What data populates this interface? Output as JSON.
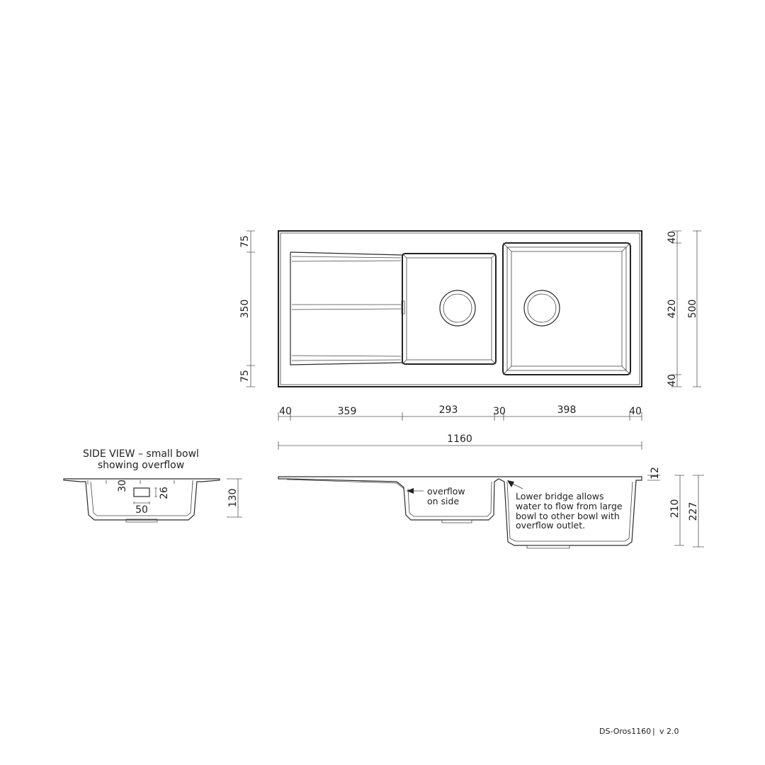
{
  "top_view": {
    "dims": {
      "depth_top": "75",
      "depth_middle": "350",
      "depth_bottom": "75",
      "bowl_margin_top": "40",
      "bowl_inner": "420",
      "bowl_margin_bottom": "40",
      "overall_depth": "500",
      "w_edge_left": "40",
      "w_drainer": "359",
      "w_small_bowl": "293",
      "w_bridge": "30",
      "w_large_bowl": "398",
      "w_edge_right": "40",
      "overall_width": "1160"
    }
  },
  "side_view_small": {
    "title_line1": "SIDE VIEW – small bowl",
    "title_line2": "showing overflow",
    "dims": {
      "overflow_h": "30",
      "overflow_h2": "26",
      "overflow_w": "50",
      "depth": "130"
    }
  },
  "side_view_main": {
    "dims": {
      "rim": "12",
      "large_bowl_depth": "210",
      "overall_depth": "227"
    },
    "annotation_overflow": [
      "overflow",
      "on side"
    ],
    "annotation_bridge": [
      "Lower bridge allows",
      "water to flow from large",
      "bowl to other bowl with",
      "overflow outlet."
    ]
  },
  "footer": {
    "doc_code": "DS-Oros1160",
    "separator": "|",
    "version": "v 2.0"
  }
}
